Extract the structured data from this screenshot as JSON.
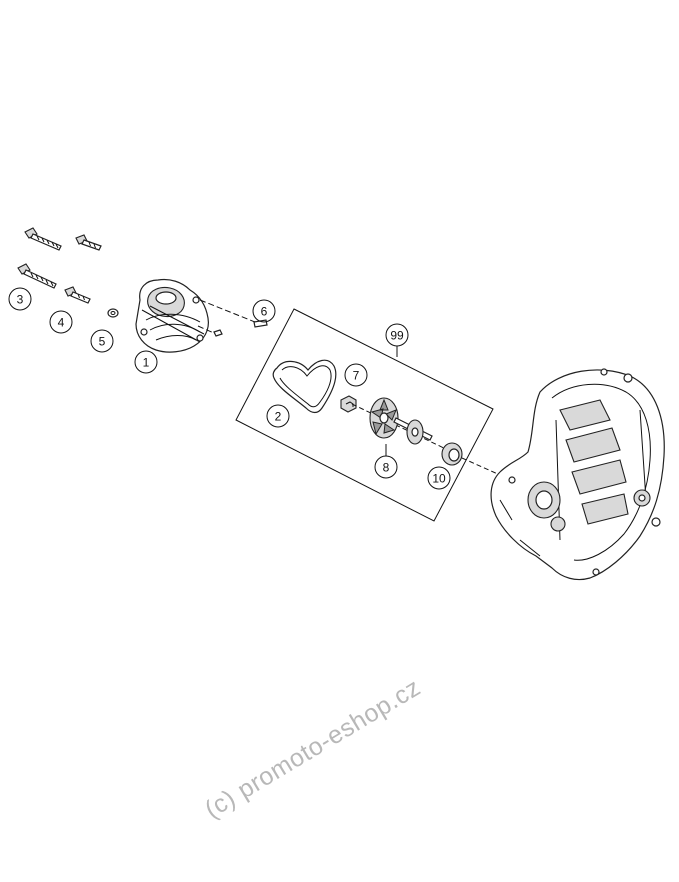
{
  "callouts": {
    "c1": "1",
    "c2": "2",
    "c3": "3",
    "c4": "4",
    "c5": "5",
    "c6": "6",
    "c7": "7",
    "c8": "8",
    "c10": "10",
    "c99": "99"
  },
  "watermark": "(c) promoto-eshop.cz"
}
